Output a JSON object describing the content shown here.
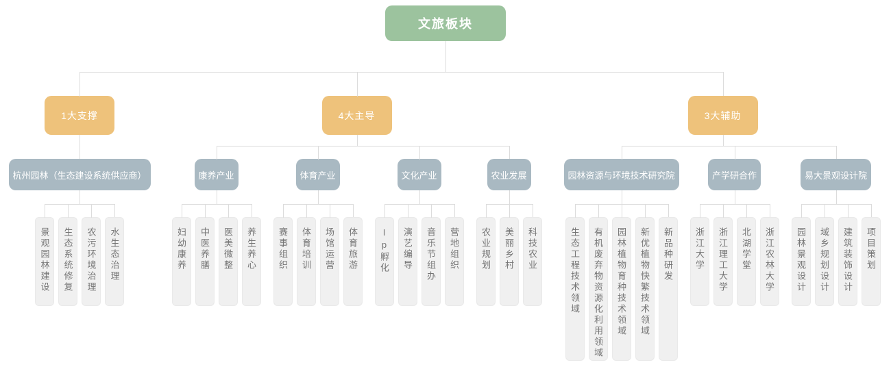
{
  "colors": {
    "root_box": "#9cc39e",
    "branch_box": "#eec27b",
    "group_box": "#a9b9c2",
    "leaf_box": "#f0f0f0",
    "leaf_border": "#e9e9e9",
    "line": "#dcdcdc",
    "box_text": "#ffffff",
    "leaf_text": "#757575"
  },
  "org": {
    "root": {
      "label": "文旅板块"
    },
    "branches": [
      {
        "label": "1大支撑",
        "groups": [
          {
            "label": "杭州园林（生态建设系统供应商）",
            "leaves": [
              "景观园林建设",
              "生态系统修复",
              "农污环境治理",
              "水生态治理"
            ]
          }
        ]
      },
      {
        "label": "4大主导",
        "groups": [
          {
            "label": "康养产业",
            "leaves": [
              "妇幼康养",
              "中医养膳",
              "医美微整",
              "养生养心"
            ]
          },
          {
            "label": "体育产业",
            "leaves": [
              "赛事组织",
              "体育培训",
              "场馆运营",
              "体育旅游"
            ]
          },
          {
            "label": "文化产业",
            "leaves": [
              "Ip孵化",
              "演艺编导",
              "音乐节组办",
              "营地组织"
            ]
          },
          {
            "label": "农业发展",
            "leaves": [
              "农业规划",
              "美丽乡村",
              "科技农业"
            ]
          }
        ]
      },
      {
        "label": "3大辅助",
        "groups": [
          {
            "label": "园林资源与环境技术研究院",
            "leaves": [
              "生态工程技术领域",
              "有机废弃物资源化利用领域",
              "园林植物育种技术领域",
              "新优植物快繁技术领域",
              "新品种研发"
            ]
          },
          {
            "label": "产学研合作",
            "leaves": [
              "浙江大学",
              "浙江理工大学",
              "北湖学堂",
              "浙江农林大学"
            ]
          },
          {
            "label": "易大景观设计院",
            "leaves": [
              "园林景观设计",
              "域乡规划设计",
              "建筑装饰设计",
              "项目策划"
            ]
          }
        ]
      }
    ]
  }
}
